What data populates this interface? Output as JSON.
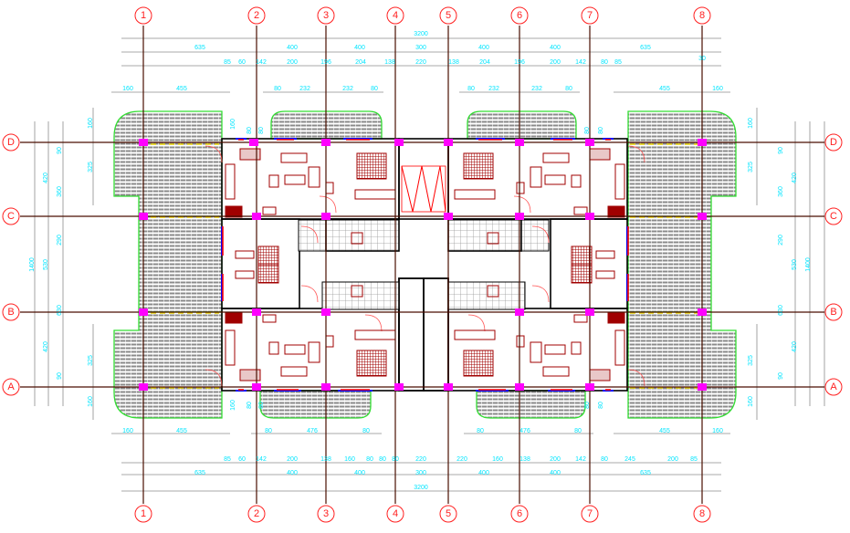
{
  "drawing": {
    "grid_columns": [
      "1",
      "2",
      "3",
      "4",
      "5",
      "6",
      "7",
      "8"
    ],
    "grid_rows": [
      "D",
      "C",
      "B",
      "A"
    ],
    "colors": {
      "grid_line": "#4a0f00",
      "bubble": "#ff2020",
      "dimension_text": "#00e5ff",
      "dimension_line": "#8c8c8c",
      "wall": "#000000",
      "column": "#ff00ff",
      "balcony_outline": "#33dd33",
      "furniture": "#a00000",
      "window": "#0000ff"
    },
    "top_dims": {
      "overall": [
        "3200"
      ],
      "axis": [
        "635",
        "400",
        "400",
        "300",
        "400",
        "400",
        "635"
      ],
      "detail": [
        "85",
        "60",
        "142",
        "200",
        "196",
        "204",
        "138",
        "220",
        "138",
        "204",
        "196",
        "200",
        "142",
        "80",
        "85",
        "30"
      ],
      "balcony": [
        "160",
        "455",
        "80",
        "232",
        "232",
        "80",
        "80",
        "232",
        "232",
        "80",
        "455",
        "160"
      ]
    },
    "bottom_dims": {
      "balcony": [
        "160",
        "455",
        "80",
        "476",
        "80",
        "80",
        "476",
        "80",
        "455",
        "160"
      ],
      "detail": [
        "85",
        "60",
        "142",
        "200",
        "138",
        "160",
        "80",
        "80",
        "80",
        "220",
        "220",
        "160",
        "138",
        "200",
        "142",
        "80",
        "245",
        "200",
        "85"
      ],
      "axis": [
        "635",
        "400",
        "400",
        "300",
        "400",
        "400",
        "635"
      ],
      "overall": [
        "3200"
      ]
    },
    "left_dims": {
      "overall": [
        "1400"
      ],
      "axis": [
        "420",
        "530",
        "420"
      ],
      "detail": [
        "90",
        "360",
        "290",
        "630",
        "90"
      ],
      "balcony": [
        "160",
        "325",
        "325",
        "160"
      ]
    },
    "right_dims": {
      "overall": [
        "1400"
      ],
      "axis": [
        "420",
        "530",
        "420"
      ],
      "detail": [
        "90",
        "360",
        "290",
        "630",
        "90"
      ],
      "balcony": [
        "160",
        "325",
        "325",
        "160"
      ]
    },
    "local_dims": [
      "160",
      "80",
      "80",
      "80",
      "80",
      "160",
      "80",
      "80",
      "80",
      "80"
    ]
  }
}
